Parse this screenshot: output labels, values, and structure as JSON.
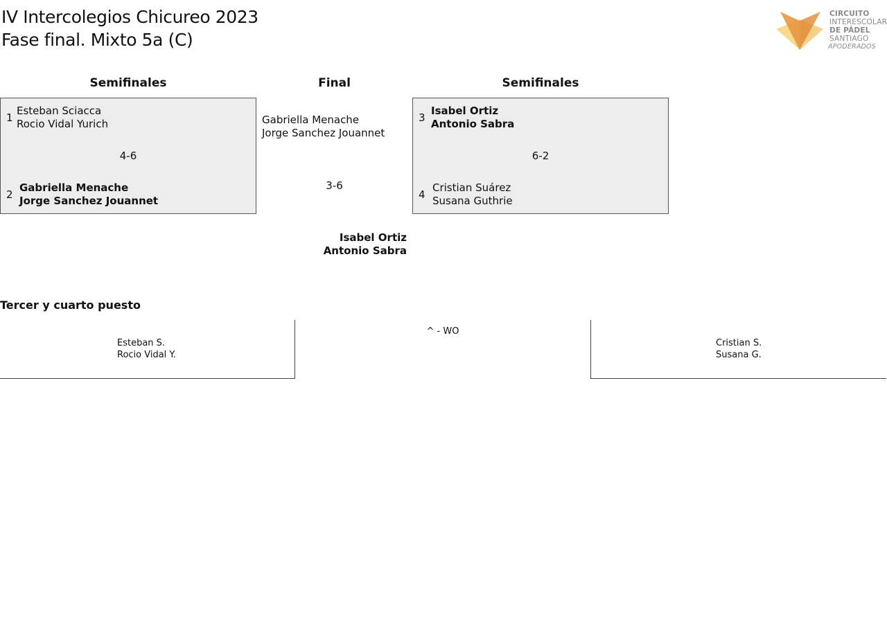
{
  "header": {
    "title_line1": "IV Intercolegios Chicureo 2023",
    "title_line2": "Fase final. Mixto 5a (C)"
  },
  "logo": {
    "line1": "CIRCUITO",
    "line2": "INTERESCOLAR",
    "line3": "DE PÁDEL",
    "line4": "SANTIAGO",
    "line5": "APODERADOS",
    "colors": {
      "orange": "#e8923a",
      "yellow": "#f7d37a",
      "text": "#8a8a8a"
    }
  },
  "rounds": {
    "left": "Semifinales",
    "center": "Final",
    "right": "Semifinales"
  },
  "semifinal_left": {
    "team1": {
      "seed": "1",
      "player1": "Esteban Sciacca",
      "player2": "Rocio Vidal Yurich"
    },
    "score": "4-6",
    "team2": {
      "seed": "2",
      "player1": "Gabriella Menache",
      "player2": "Jorge Sanchez Jouannet"
    }
  },
  "final": {
    "team_top": {
      "player1": "Gabriella Menache",
      "player2": "Jorge Sanchez Jouannet"
    },
    "score": "3-6",
    "winner": {
      "player1": "Isabel Ortiz",
      "player2": "Antonio Sabra"
    }
  },
  "semifinal_right": {
    "team1": {
      "seed": "3",
      "player1": "Isabel Ortiz",
      "player2": "Antonio Sabra"
    },
    "score": "6-2",
    "team2": {
      "seed": "4",
      "player1": "Cristian Suárez",
      "player2": "Susana Guthrie"
    }
  },
  "third_place": {
    "heading": "Tercer y cuarto puesto",
    "left": {
      "player1": "Esteban S.",
      "player2": "Rocio Vidal Y."
    },
    "result": "^ - WO",
    "right": {
      "player1": "Cristian S.",
      "player2": "Susana G."
    }
  }
}
